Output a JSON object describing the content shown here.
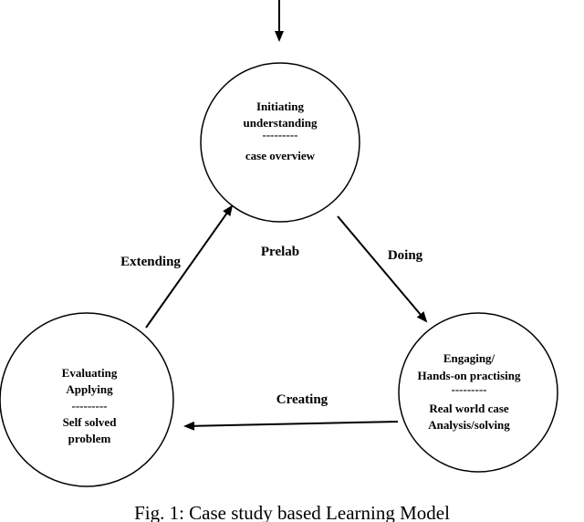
{
  "diagram": {
    "nodes": {
      "top": {
        "line1": "Initiating",
        "line2": "understanding",
        "divider": "---------",
        "line3": "case overview"
      },
      "right": {
        "line1": "Engaging/",
        "line2": "Hands-on practising",
        "divider": "---------",
        "line3": "Real world case",
        "line4": "Analysis/solving"
      },
      "left": {
        "line1": "Evaluating",
        "line2": "Applying",
        "divider": "---------",
        "line3": "Self solved",
        "line4": "problem"
      }
    },
    "labels": {
      "prelab": "Prelab",
      "doing": "Doing",
      "creating": "Creating",
      "extending": "Extending"
    },
    "caption": "Fig. 1: Case study based Learning Model"
  }
}
